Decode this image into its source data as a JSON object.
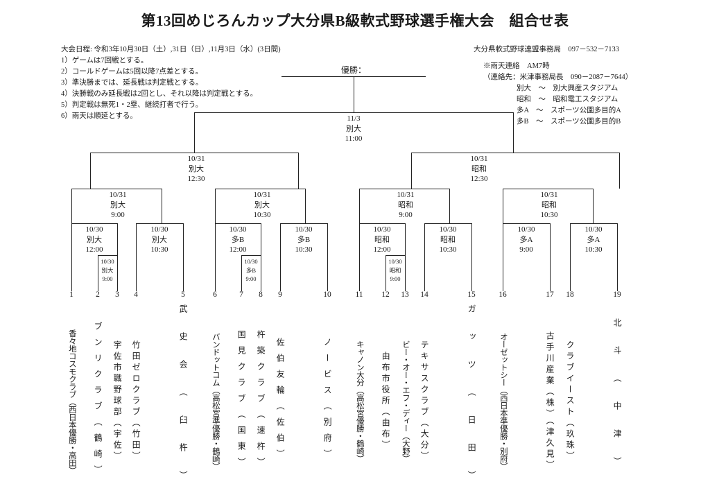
{
  "title": "第13回めじろんカップ大分県B級軟式野球選手権大会　組合せ表",
  "info_left": [
    "大会日程: 令和3年10月30日（土）,31日（日）,11月3日（水）(3日間)",
    "1）ゲームは7回戦とする。",
    "2）コールドゲームは5回以降7点差とする。",
    "3）準決勝までは、延長戦は判定戦とする。",
    "4）決勝戦のみ延長戦は2回とし、それ以降は判定戦とする。",
    "5）判定戦は無死1・2塁、継続打者で行う。",
    "6）雨天は順延とする。"
  ],
  "info_right": {
    "office": "大分県軟式野球連盟事務局　097－532－7133",
    "rain": "※雨天連絡　AM7時",
    "contact": "（連絡先：米津事務局長　090－2087－7644）",
    "venues": [
      "別大　〜　別大興産スタジアム",
      "昭和　〜　昭和電工スタジアム",
      "多A　〜　スポーツ公園多目的A",
      "多B　〜　スポーツ公園多目的B"
    ]
  },
  "champion_label": "優勝：",
  "matches": {
    "final": {
      "date": "11/3",
      "venue": "別大",
      "time": "11:00"
    },
    "semi_l": {
      "date": "10/31",
      "venue": "別大",
      "time": "12:30"
    },
    "semi_r": {
      "date": "10/31",
      "venue": "昭和",
      "time": "12:30"
    },
    "qf1": {
      "date": "10/31",
      "venue": "別大",
      "time": "9:00"
    },
    "qf2": {
      "date": "10/31",
      "venue": "別大",
      "time": "10:30"
    },
    "qf3": {
      "date": "10/31",
      "venue": "昭和",
      "time": "9:00"
    },
    "qf4": {
      "date": "10/31",
      "venue": "昭和",
      "time": "10:30"
    },
    "r1a": {
      "date": "10/30",
      "venue": "別大",
      "time": "12:00"
    },
    "r1b": {
      "date": "10/30",
      "venue": "別大",
      "time": "10:30"
    },
    "r1c": {
      "date": "10/30",
      "venue": "多B",
      "time": "12:00"
    },
    "r1d": {
      "date": "10/30",
      "venue": "多B",
      "time": "10:30"
    },
    "r1e": {
      "date": "10/30",
      "venue": "昭和",
      "time": "12:00"
    },
    "r1f": {
      "date": "10/30",
      "venue": "昭和",
      "time": "10:30"
    },
    "r1g": {
      "date": "10/30",
      "venue": "多A",
      "time": "9:00"
    },
    "r1h": {
      "date": "10/30",
      "venue": "多A",
      "time": "10:30"
    },
    "pre1": {
      "date": "10/30",
      "venue": "別大",
      "time": "9:00"
    },
    "pre2": {
      "date": "10/30",
      "venue": "多B",
      "time": "9:00"
    },
    "pre3": {
      "date": "10/30",
      "venue": "昭和",
      "time": "9:00"
    }
  },
  "teams": [
    {
      "num": "1",
      "name": "香々地コスモクラブ（西日本優勝・高田）"
    },
    {
      "num": "2",
      "name": "ブンリクラブ（鶴崎）"
    },
    {
      "num": "3",
      "name": "宇佐市職野球部（宇佐）"
    },
    {
      "num": "4",
      "name": "竹田ゼロクラブ（竹田）"
    },
    {
      "num": "5",
      "name": "武史会（臼杵）"
    },
    {
      "num": "6",
      "name": "バンドットコム（高松宮準優勝・鶴崎）"
    },
    {
      "num": "7",
      "name": "国見クラブ（国東）"
    },
    {
      "num": "8",
      "name": "杵築クラブ（速杵）"
    },
    {
      "num": "9",
      "name": "佐伯友輪（佐伯）"
    },
    {
      "num": "10",
      "name": "ノービス（別府）"
    },
    {
      "num": "11",
      "name": "キャノン大分（高松宮優勝・鶴崎）"
    },
    {
      "num": "12",
      "name": "由布市役所（由布）"
    },
    {
      "num": "13",
      "name": "ビー・オー・エフ・ディー（大野）"
    },
    {
      "num": "14",
      "name": "テキサスクラブ（大分）"
    },
    {
      "num": "15",
      "name": "ガッツ（日田）"
    },
    {
      "num": "16",
      "name": "オーゼットシー（西日本準優勝・別府）"
    },
    {
      "num": "17",
      "name": "古手川産業（株）（津久見）"
    },
    {
      "num": "18",
      "name": "クラブイースト（玖珠）"
    },
    {
      "num": "19",
      "name": "北斗（中津）"
    }
  ]
}
